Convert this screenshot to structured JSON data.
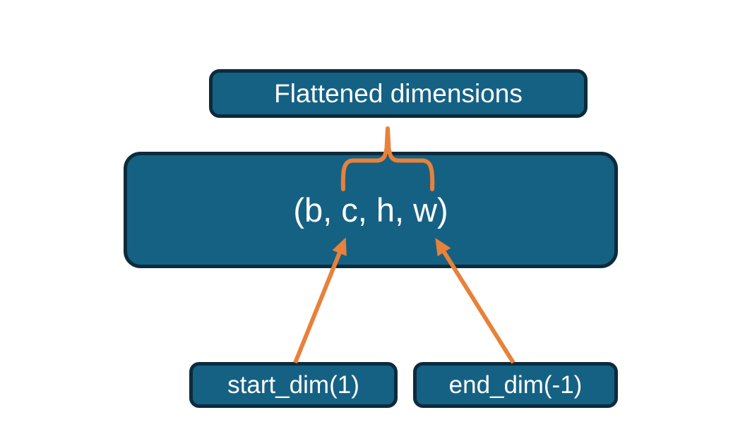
{
  "diagram": {
    "description_domain": "tensor-flatten-dimensions-diagram",
    "nodes": {
      "flattened_dimensions": {
        "label": "Flattened dimensions"
      },
      "tensor_shape": {
        "label": "(b, c, h, w)"
      },
      "start_dim": {
        "label": "start_dim(1)"
      },
      "end_dim": {
        "label": "end_dim(-1)"
      }
    },
    "edges": [
      {
        "type": "brace",
        "from": "flattened_dimensions",
        "to": "tensor_shape",
        "spans": "c, h, w"
      },
      {
        "type": "arrow",
        "from": "start_dim",
        "to": "tensor_shape",
        "points_at": "c"
      },
      {
        "type": "arrow",
        "from": "end_dim",
        "to": "tensor_shape",
        "points_at": "w"
      }
    ],
    "colors": {
      "node_fill": "#156184",
      "node_border": "#0d2b3c",
      "accent_orange": "#e8813a",
      "text": "#ffffff",
      "background": "#ffffff"
    }
  }
}
